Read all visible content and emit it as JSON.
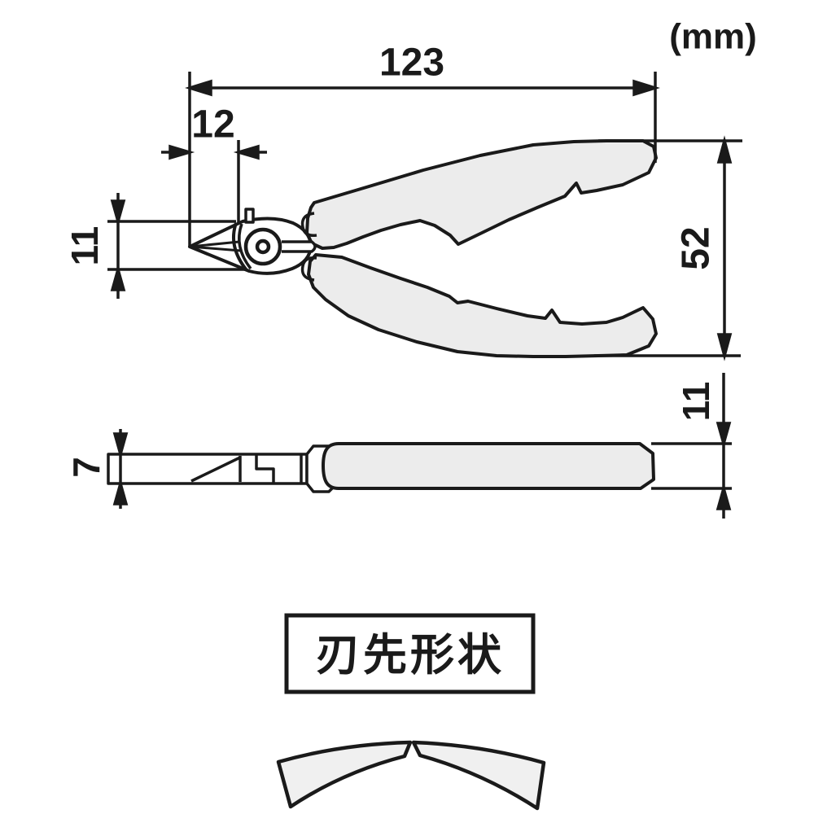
{
  "drawing": {
    "type": "technical-dimension-diagram",
    "subject": "micro-nipper / side-cutting pliers, top view, side view and blade tip profile"
  },
  "labels": {
    "unit": "(mm)"
  },
  "dims": {
    "overall_length": "123",
    "blade_edge": "12",
    "head_height": "11",
    "handle_span": "52",
    "handle_thickness": "11",
    "jaw_thickness": "7"
  },
  "caption": {
    "text": "刃先形状"
  },
  "colors": {
    "line": "#1a1a1a",
    "handle_fill": "#ececec",
    "blade_fill": "#f0f0f0",
    "background": "#ffffff"
  }
}
